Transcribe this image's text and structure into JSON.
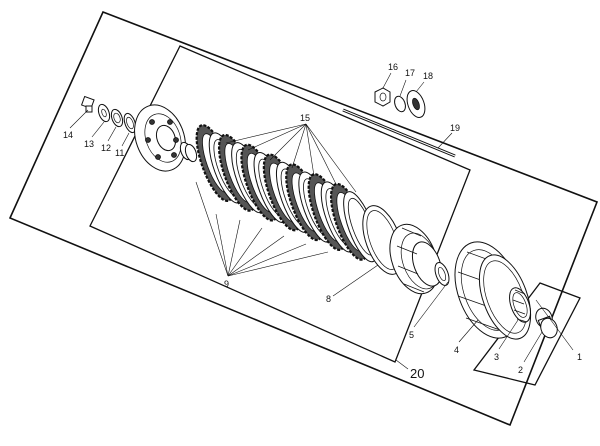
{
  "diagram": {
    "labels": {
      "p1": "1",
      "p2": "2",
      "p3": "3",
      "p4": "4",
      "p5": "5",
      "p8": "8",
      "p9": "9",
      "p11": "11",
      "p12": "12",
      "p13": "13",
      "p14": "14",
      "p15": "15",
      "p16": "16",
      "p17": "17",
      "p18": "18",
      "p19": "19",
      "p20": "20"
    }
  }
}
